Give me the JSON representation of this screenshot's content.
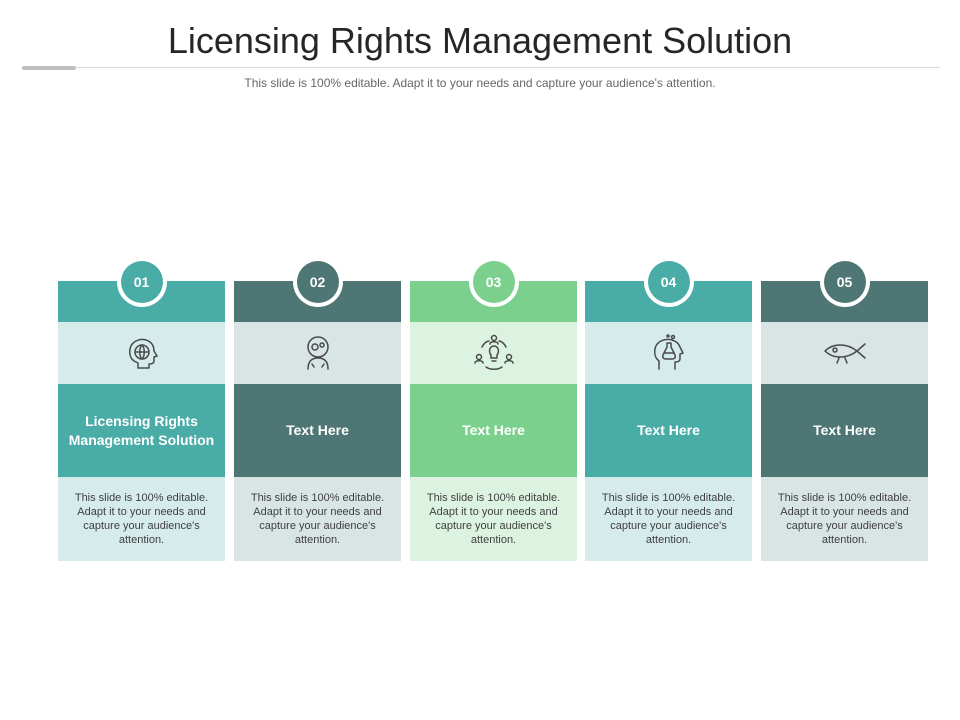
{
  "slide": {
    "title": "Licensing Rights Management Solution",
    "subtitle": "This slide is 100% editable. Adapt it to your needs and capture your audience's attention."
  },
  "colors": {
    "teal": "#4aaca6",
    "slate": "#4e7674",
    "green": "#7cd08e"
  },
  "cards": [
    {
      "number": "01",
      "heading": "Licensing Rights Management Solution",
      "text": "This slide is 100% editable. Adapt it to your needs and capture your audience's attention.",
      "icon": "head-globe-icon"
    },
    {
      "number": "02",
      "heading": "Text Here",
      "text": "This slide is 100% editable. Adapt it to your needs and capture your audience's attention.",
      "icon": "head-gears-icon"
    },
    {
      "number": "03",
      "heading": "Text Here",
      "text": "This slide is 100% editable. Adapt it to your needs and capture your audience's attention.",
      "icon": "team-idea-icon"
    },
    {
      "number": "04",
      "heading": "Text Here",
      "text": "This slide is 100% editable. Adapt it to your needs and capture your audience's attention.",
      "icon": "head-flask-icon"
    },
    {
      "number": "05",
      "heading": "Text Here",
      "text": "This slide is 100% editable. Adapt it to your needs and capture your audience's attention.",
      "icon": "fish-icon"
    }
  ]
}
